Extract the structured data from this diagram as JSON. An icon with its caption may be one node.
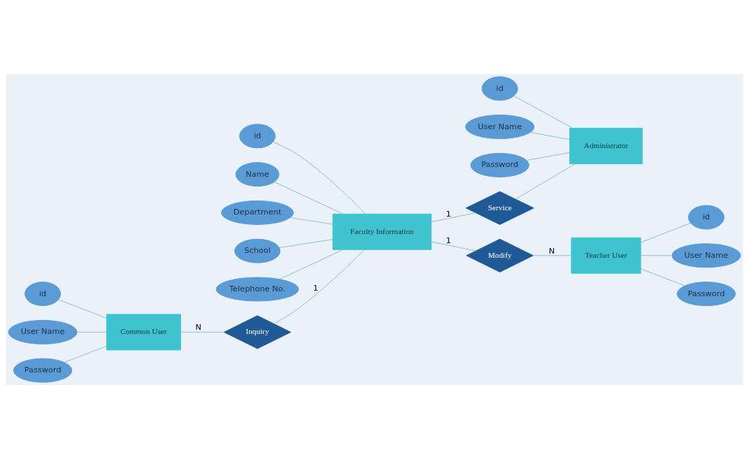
{
  "diagram": {
    "nodes": [
      {
        "text": [
          "Common User"
        ]
      },
      {
        "text": [
          "id"
        ]
      },
      {
        "text": [
          "User Name"
        ]
      },
      {
        "text": [
          "Password"
        ]
      },
      {
        "text": [
          "Inquiry"
        ]
      },
      {
        "text": [
          "Faculty Information"
        ]
      },
      {
        "text": [
          "id"
        ]
      },
      {
        "text": [
          "Name"
        ]
      },
      {
        "text": [
          "Department"
        ]
      },
      {
        "text": [
          "School"
        ]
      },
      {
        "text": [
          "Telephone No."
        ]
      },
      {
        "text": [
          "Service"
        ]
      },
      {
        "text": [
          "Administrator"
        ]
      },
      {
        "text": [
          "id"
        ]
      },
      {
        "text": [
          "User Name"
        ]
      },
      {
        "text": [
          "Password"
        ]
      },
      {
        "text": [
          "Modify"
        ]
      },
      {
        "text": [
          "Teacher User"
        ]
      },
      {
        "text": [
          "id"
        ]
      },
      {
        "text": [
          "User Name"
        ]
      },
      {
        "text": [
          "Password"
        ]
      }
    ],
    "edges": [
      {
        "from": 1,
        "to": 0,
        "arrow": "none"
      },
      {
        "from": 2,
        "to": 0,
        "arrow": "none"
      },
      {
        "from": 3,
        "to": 0,
        "arrow": "none"
      },
      {
        "from": 0,
        "to": 4,
        "arrow": "none",
        "label": "N"
      },
      {
        "from": 4,
        "to": 5,
        "arrow": "none",
        "label": "1"
      },
      {
        "from": 6,
        "to": 5,
        "arrow": "none"
      },
      {
        "from": 7,
        "to": 5,
        "arrow": "none"
      },
      {
        "from": 8,
        "to": 5,
        "arrow": "none"
      },
      {
        "from": 9,
        "to": 5,
        "arrow": "none"
      },
      {
        "from": 10,
        "to": 5,
        "arrow": "none"
      },
      {
        "from": 5,
        "to": 11,
        "arrow": "none",
        "label": "1"
      },
      {
        "from": 11,
        "to": 12,
        "arrow": "none"
      },
      {
        "from": 13,
        "to": 12,
        "arrow": "none"
      },
      {
        "from": 14,
        "to": 12,
        "arrow": "none"
      },
      {
        "from": 15,
        "to": 12,
        "arrow": "none"
      },
      {
        "from": 5,
        "to": 16,
        "arrow": "none",
        "label": "1"
      },
      {
        "from": 16,
        "to": 17,
        "arrow": "none",
        "label": "N"
      },
      {
        "from": 17,
        "to": 18,
        "arrow": "none"
      },
      {
        "from": 17,
        "to": 19,
        "arrow": "none"
      },
      {
        "from": 17,
        "to": 20,
        "arrow": "none"
      }
    ]
  }
}
